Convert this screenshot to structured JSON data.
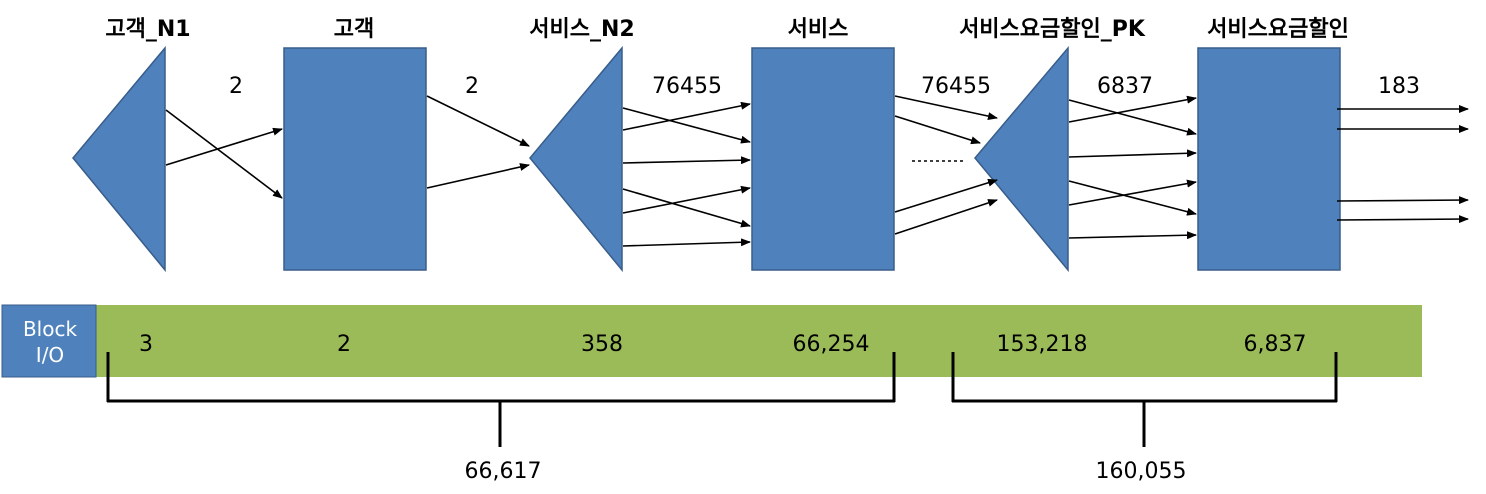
{
  "nodes": {
    "n1": {
      "label": "고객_N1"
    },
    "t1": {
      "label": "고객"
    },
    "n2": {
      "label": "서비스_N2"
    },
    "t2": {
      "label": "서비스"
    },
    "n3": {
      "label": "서비스요금할인_PK"
    },
    "t3": {
      "label": "서비스요금할인"
    }
  },
  "flows": {
    "f1": "2",
    "f2": "2",
    "f3": "76455",
    "f4": "76455",
    "f5": "6837",
    "f6": "183"
  },
  "block_io": {
    "label_line1": "Block",
    "label_line2": "I/O",
    "values": [
      "3",
      "2",
      "358",
      "66,254",
      "153,218",
      "6,837"
    ],
    "group_totals": [
      "66,617",
      "160,055"
    ]
  },
  "colors": {
    "node_fill": "#4f81bd",
    "node_stroke": "#385d8a",
    "bar_fill": "#9bbb59",
    "label_box": "#4f81bd"
  }
}
